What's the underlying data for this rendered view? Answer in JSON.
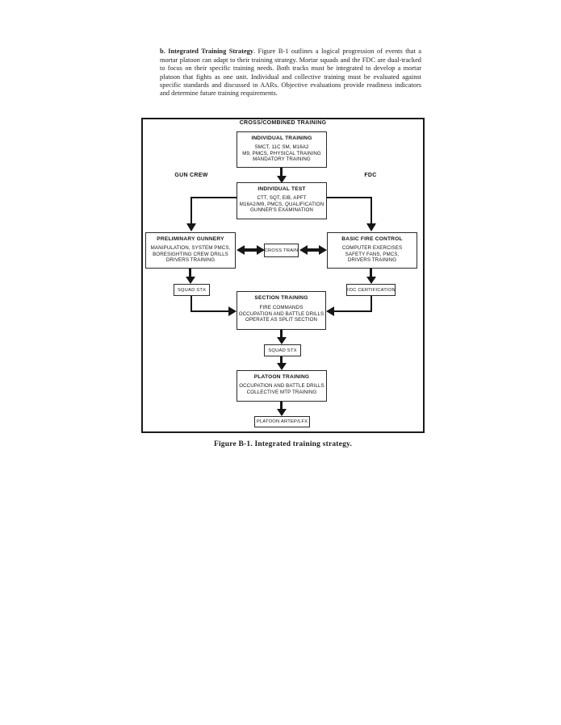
{
  "paragraph": {
    "lead": "b. Integrated Training Strategy",
    "rest": ". Figure B-1 outlines a logical progression of events that a mortar platoon can adapt to their training strategy. Mortar squads and the FDC are dual-tracked to focus on their specific training needs. Both tracks must be integrated to develop a mortar platoon that fights as one unit. Individual and collective training must be evaluated against specific standards and discussed in AARs. Objective evaluations provide readiness indicators and determine future training requirements."
  },
  "figure": {
    "caption": "Figure B-1. Integrated training strategy.",
    "title": "CROSS/COMBINED TRAINING",
    "labels": {
      "gun_crew": "GUN CREW",
      "fdc": "FDC"
    },
    "boxes": {
      "individual_training": {
        "header": "INDIVIDUAL TRAINING",
        "lines": [
          "SMCT, 11C SM, M16A2",
          "M9, PMCS, PHYSICAL TRAINING",
          "MANDATORY TRAINING"
        ]
      },
      "individual_test": {
        "header": "INDIVIDUAL TEST",
        "lines": [
          "CTT, SQT, EIB, APFT",
          "M16A2/M9, PMCS, QUALIFICATION",
          "GUNNER'S EXAMINATION"
        ]
      },
      "preliminary_gunnery": {
        "header": "PRELIMINARY GUNNERY",
        "lines": [
          "MANIPULATION, SYSTEM PMCS,",
          "BORESIGHTING CREW DRILLS",
          "DRIVERS TRAINING"
        ]
      },
      "cross_train": {
        "label": "CROSS TRAIN"
      },
      "basic_fire_control": {
        "header": "BASIC FIRE CONTROL",
        "lines": [
          "COMPUTER EXERCISES",
          "SAFETY FANS, PMCS,",
          "DRIVERS TRAINING"
        ]
      },
      "squad_stx_left": {
        "label": "SQUAD STX"
      },
      "fdc_certification": {
        "label": "FDC CERTIFICATION"
      },
      "section_training": {
        "header": "SECTION TRAINING",
        "lines": [
          "FIRE COMMANDS",
          "OCCUPATION AND BATTLE DRILLS",
          "OPERATE AS SPLIT SECTION"
        ]
      },
      "squad_stx_center": {
        "label": "SQUAD STX"
      },
      "platoon_training": {
        "header": "PLATOON TRAINING",
        "lines": [
          "OCCUPATION AND BATTLE DRILLS",
          "COLLECTIVE MTP TRAINING"
        ]
      },
      "platoon_artep_lfx": {
        "label": "PLATOON ARTEP/LFX"
      }
    },
    "colors": {
      "ink": "#161616",
      "paper": "#ffffff"
    }
  }
}
